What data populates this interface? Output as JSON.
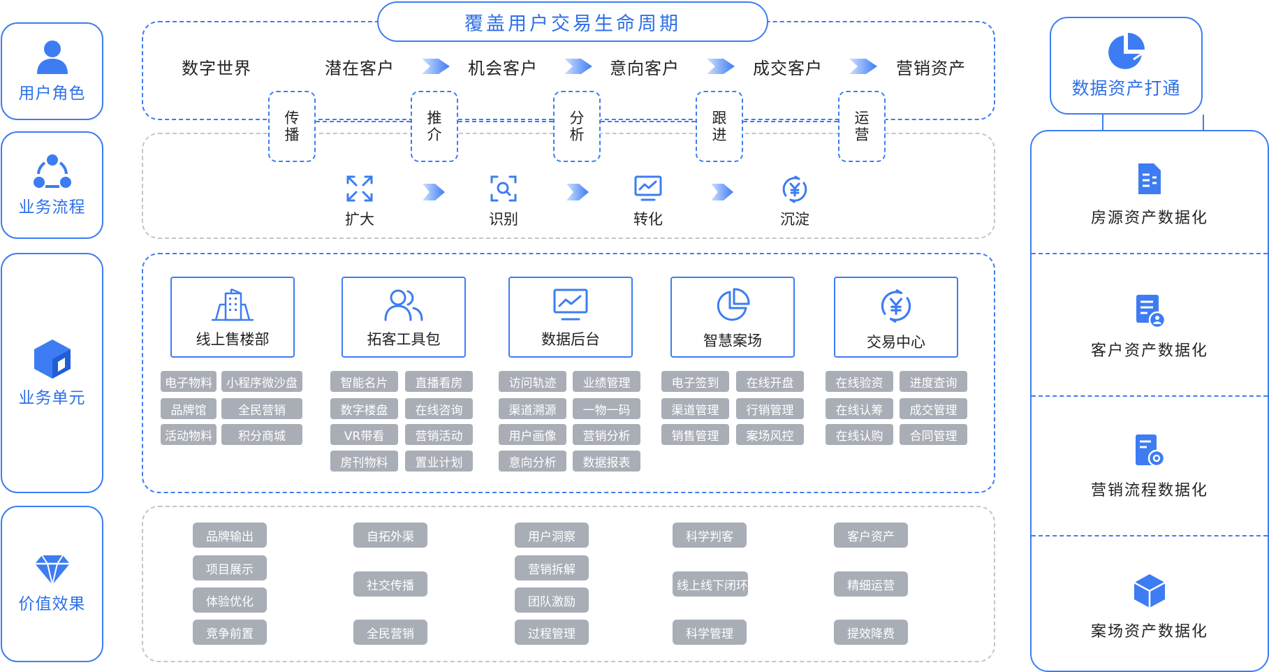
{
  "roles": {
    "user_role": "用户角色",
    "business_process": "业务流程",
    "business_unit": "业务单元",
    "value_effect": "价值效果"
  },
  "lifecycle": {
    "title": "覆盖用户交易生命周期",
    "stages": [
      "数字世界",
      "潜在客户",
      "机会客户",
      "意向客户",
      "成交客户",
      "营销资产"
    ],
    "actions": [
      {
        "top": "传",
        "bottom": "播"
      },
      {
        "top": "推",
        "bottom": "介"
      },
      {
        "top": "分",
        "bottom": "析"
      },
      {
        "top": "跟",
        "bottom": "进"
      },
      {
        "top": "运",
        "bottom": "营"
      }
    ]
  },
  "process": {
    "steps": [
      "扩大",
      "识别",
      "转化",
      "沉淀"
    ]
  },
  "units": [
    {
      "name": "线上售楼部",
      "icon": "building-icon",
      "tags": [
        "电子物料",
        "小程序微沙盘",
        "品牌馆",
        "全民营销",
        "活动物料",
        "积分商城"
      ]
    },
    {
      "name": "拓客工具包",
      "icon": "users-icon",
      "tags": [
        "智能名片",
        "直播看房",
        "数字楼盘",
        "在线咨询",
        "VR带看",
        "营销活动",
        "房刊物料",
        "置业计划"
      ]
    },
    {
      "name": "数据后台",
      "icon": "monitor-chart-icon",
      "tags": [
        "访问轨迹",
        "业绩管理",
        "渠道溯源",
        "一物一码",
        "用户画像",
        "营销分析",
        "意向分析",
        "数据报表"
      ]
    },
    {
      "name": "智慧案场",
      "icon": "pie-chart-icon",
      "tags": [
        "电子签到",
        "在线开盘",
        "渠道管理",
        "行销管理",
        "销售管理",
        "案场风控"
      ]
    },
    {
      "name": "交易中心",
      "icon": "yuan-cycle-icon",
      "tags": [
        "在线验资",
        "进度查询",
        "在线认筹",
        "成交管理",
        "在线认购",
        "合同管理"
      ]
    }
  ],
  "values": {
    "col1": [
      "品牌输出",
      "项目展示",
      "体验优化",
      "竞争前置"
    ],
    "col2": [
      "自拓外渠",
      "社交传播",
      "全民营销"
    ],
    "col3": [
      "用户洞察",
      "营销拆解",
      "团队激励",
      "过程管理"
    ],
    "col4": [
      "科学判客",
      "线上线下闭环",
      "科学管理"
    ],
    "col5": [
      "客户资产",
      "精细运营",
      "提效降费"
    ]
  },
  "data_assets": {
    "title": "数据资产打通",
    "items": [
      "房源资产数据化",
      "客户资产数据化",
      "营销流程数据化",
      "案场资产数据化"
    ]
  },
  "colors": {
    "accent": "#3d7cf2",
    "label_blue": "#2e6fe8",
    "tag_gray": "#a8adb6",
    "dash_gray": "#c5c5c5"
  }
}
